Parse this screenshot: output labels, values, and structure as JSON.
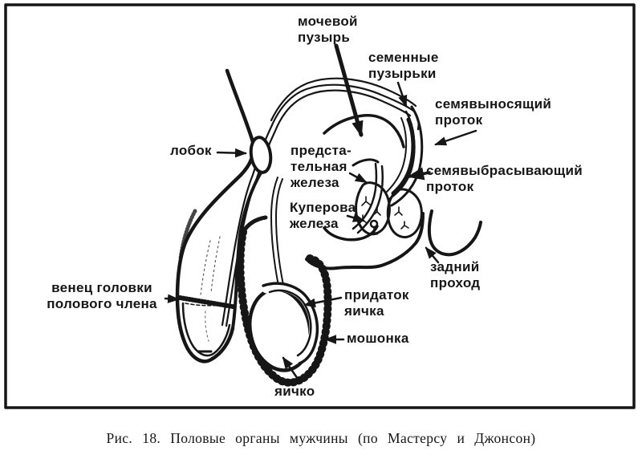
{
  "figure": {
    "caption": "Рис. 18. Половые органы мужчины (по Мастерсу и Джонсон)"
  },
  "labels": {
    "bladder": "мочевой\nпузырь",
    "seminal_vesicles": "семенные\nпузырьки",
    "vas_deferens": "семявыносящий\nпроток",
    "ejaculatory_duct": "семявыбрасывающий\nпроток",
    "pubis": "лобок",
    "prostate": "предста-\nтельная\nжелеза",
    "cowpers_gland": "Куперова\nжелеза",
    "corona": "венец головки\nполового члена",
    "epididymis": "придаток\nяичка",
    "scrotum": "мошонка",
    "testicle": "яичко",
    "anus": "задний\nпроход"
  },
  "colors": {
    "ink": "#161616",
    "paper": "#ffffff"
  }
}
